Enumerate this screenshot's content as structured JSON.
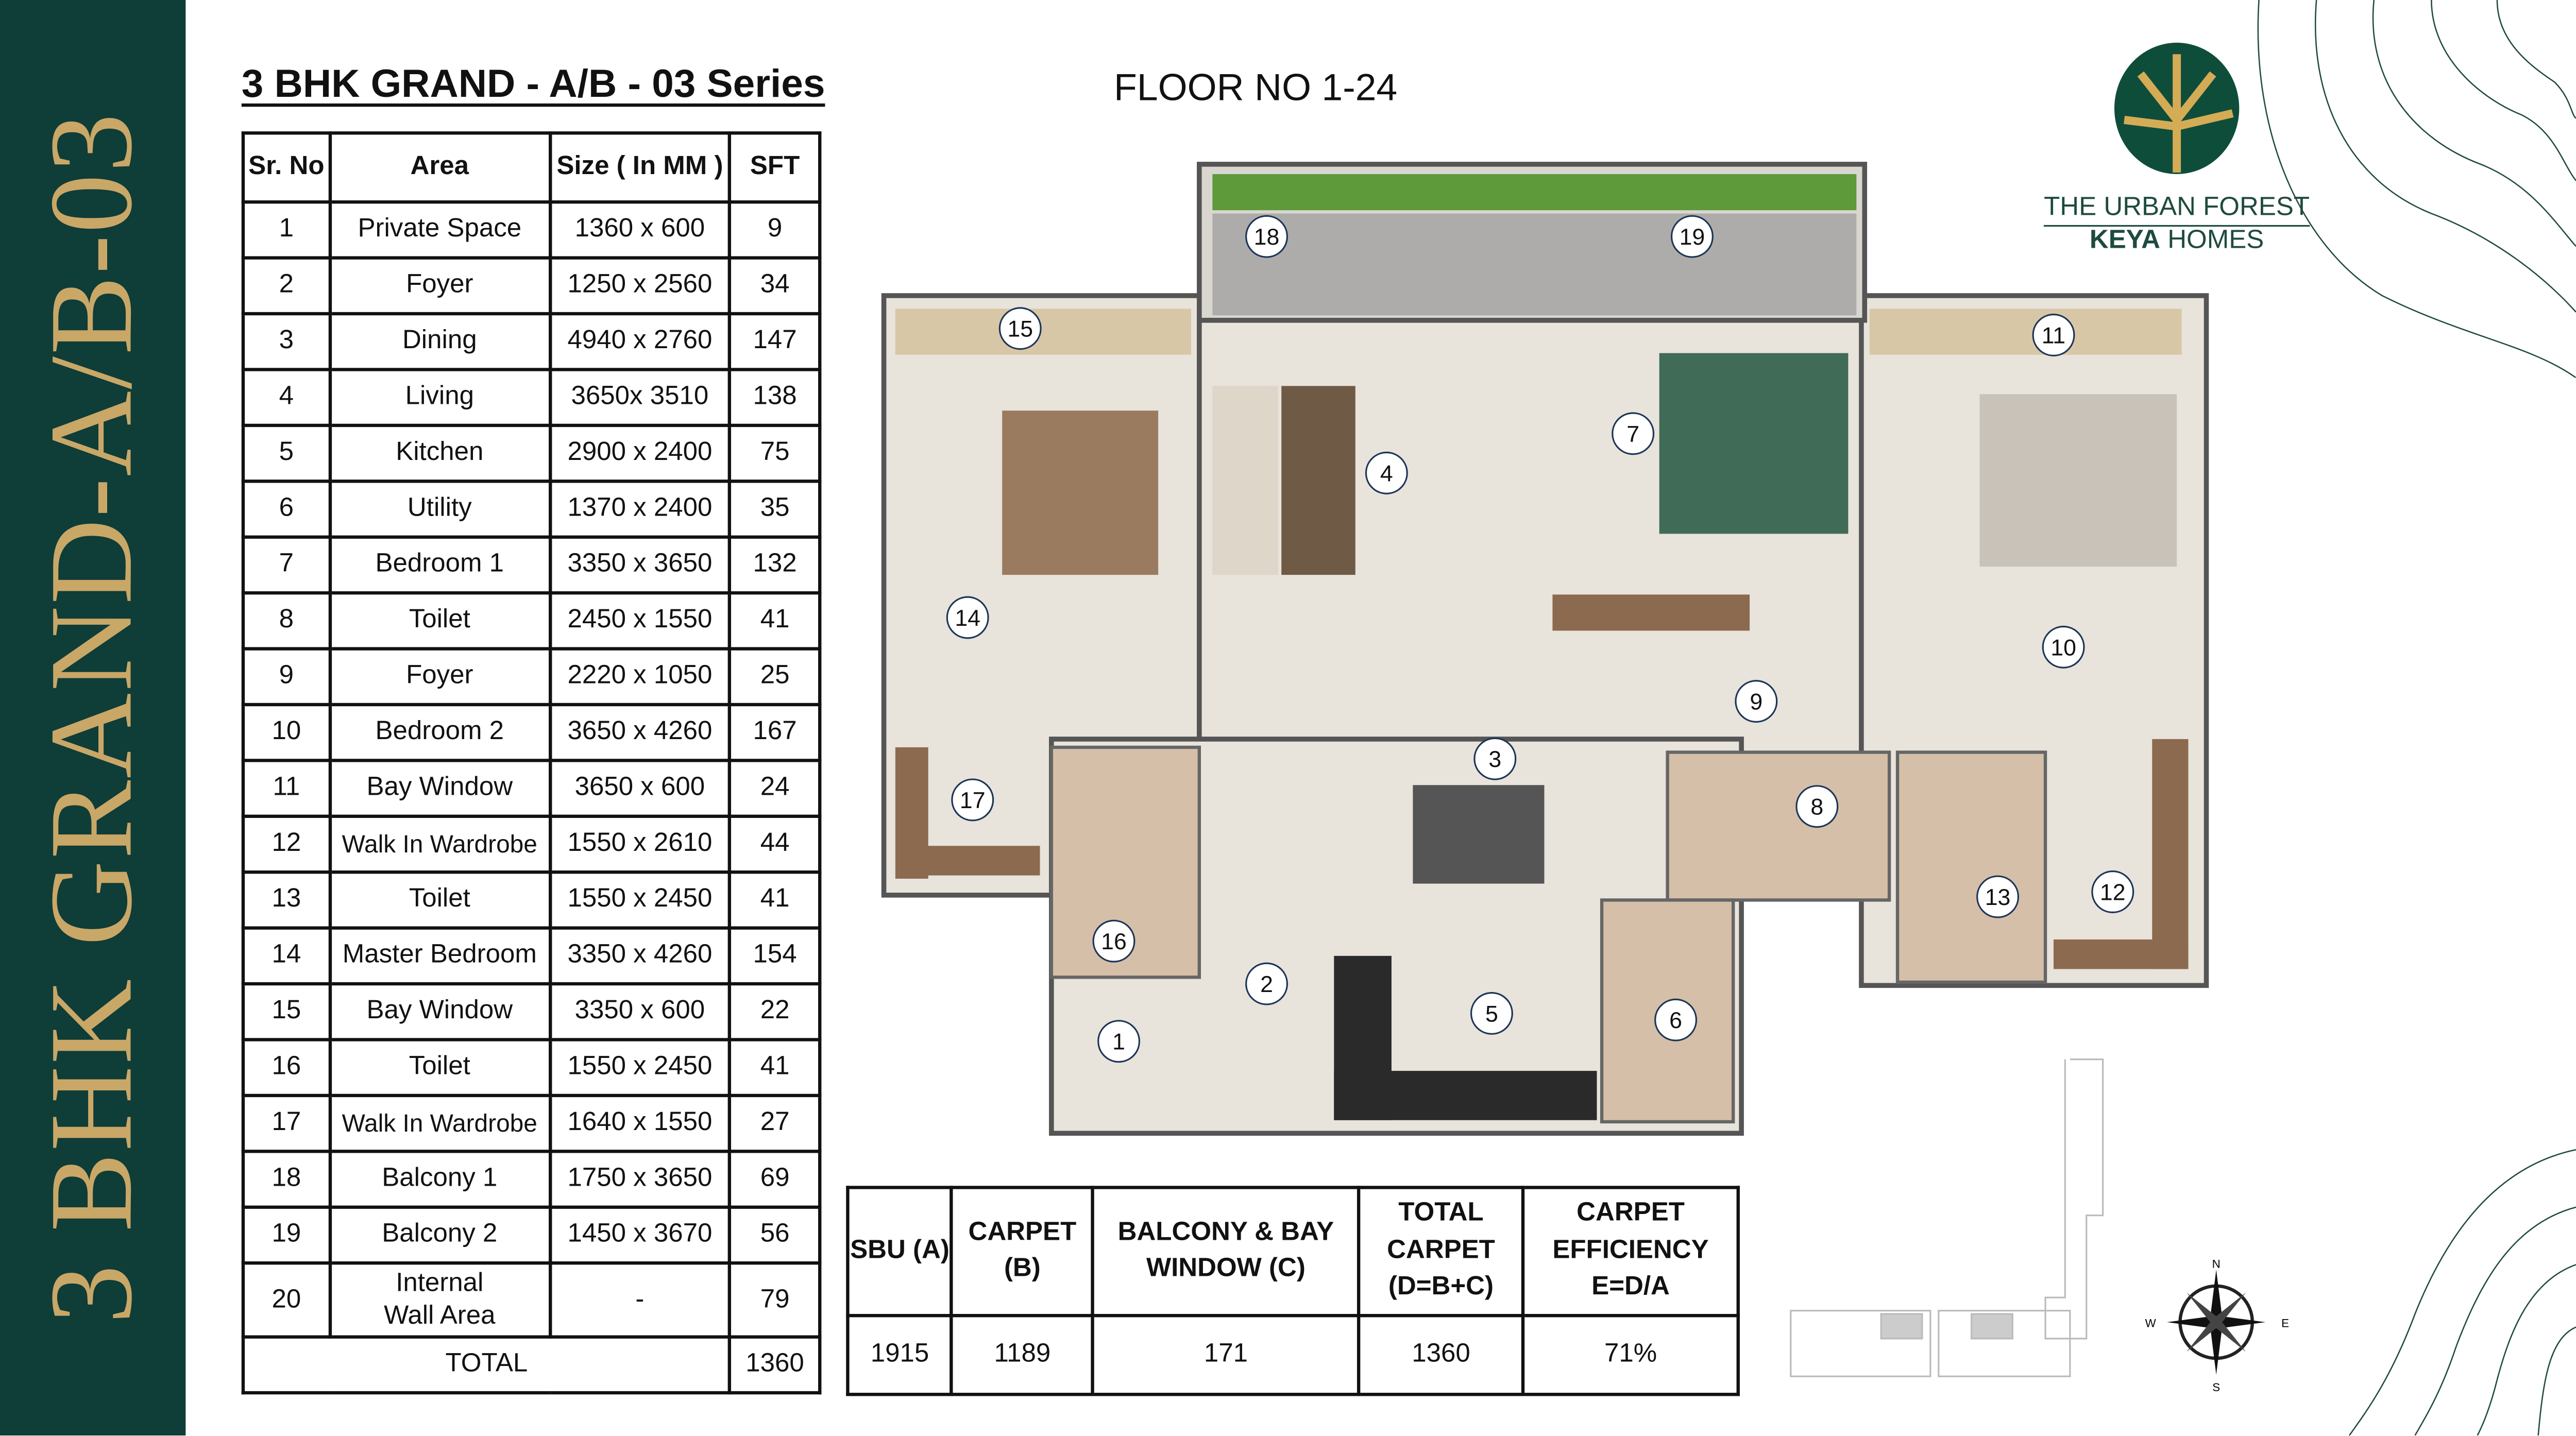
{
  "sidebar": {
    "vertical_title": "3 BHK GRAND-A/B-03",
    "color": "#0f3d38",
    "text_color": "#c9a767"
  },
  "header": {
    "title": "3 BHK GRAND - A/B - 03 Series",
    "floor": "FLOOR NO 1-24"
  },
  "logo": {
    "line1": "THE URBAN FOREST",
    "line2_bold": "KEYA",
    "line2": "HOMES"
  },
  "area_table": {
    "headers": [
      "Sr. No",
      "Area",
      "Size ( In MM )",
      "SFT"
    ],
    "rows": [
      [
        "1",
        "Private Space",
        "1360 x 600",
        "9"
      ],
      [
        "2",
        "Foyer",
        "1250 x 2560",
        "34"
      ],
      [
        "3",
        "Dining",
        "4940 x 2760",
        "147"
      ],
      [
        "4",
        "Living",
        "3650x 3510",
        "138"
      ],
      [
        "5",
        "Kitchen",
        "2900 x 2400",
        "75"
      ],
      [
        "6",
        "Utility",
        "1370 x 2400",
        "35"
      ],
      [
        "7",
        "Bedroom 1",
        "3350 x 3650",
        "132"
      ],
      [
        "8",
        "Toilet",
        "2450 x 1550",
        "41"
      ],
      [
        "9",
        "Foyer",
        "2220 x 1050",
        "25"
      ],
      [
        "10",
        "Bedroom 2",
        "3650 x 4260",
        "167"
      ],
      [
        "11",
        "Bay Window",
        "3650 x 600",
        "24"
      ],
      [
        "12",
        "Walk In Wardrobe",
        "1550 x 2610",
        "44"
      ],
      [
        "13",
        "Toilet",
        "1550 x 2450",
        "41"
      ],
      [
        "14",
        "Master Bedroom",
        "3350 x 4260",
        "154"
      ],
      [
        "15",
        "Bay Window",
        "3350 x 600",
        "22"
      ],
      [
        "16",
        "Toilet",
        "1550 x 2450",
        "41"
      ],
      [
        "17",
        "Walk In Wardrobe",
        "1640 x 1550",
        "27"
      ],
      [
        "18",
        "Balcony 1",
        "1750 x 3650",
        "69"
      ],
      [
        "19",
        "Balcony 2",
        "1450 x 3670",
        "56"
      ],
      [
        "20",
        "Internal Wall Area",
        "-",
        "79"
      ]
    ],
    "total_label": "TOTAL",
    "total_value": "1360"
  },
  "summary_table": {
    "headers": [
      "SBU (A)",
      "CARPET (B)",
      "BALCONY & BAY WINDOW (C)",
      "TOTAL CARPET (D=B+C)",
      "CARPET EFFICIENCY E=D/A"
    ],
    "values": [
      "1915",
      "1189",
      "171",
      "1360",
      "71%"
    ]
  },
  "plan_labels": [
    "1",
    "2",
    "3",
    "4",
    "5",
    "6",
    "7",
    "8",
    "9",
    "10",
    "11",
    "12",
    "13",
    "14",
    "15",
    "16",
    "17",
    "18",
    "19"
  ],
  "compass": {
    "n": "N",
    "s": "S",
    "e": "E",
    "w": "W"
  }
}
